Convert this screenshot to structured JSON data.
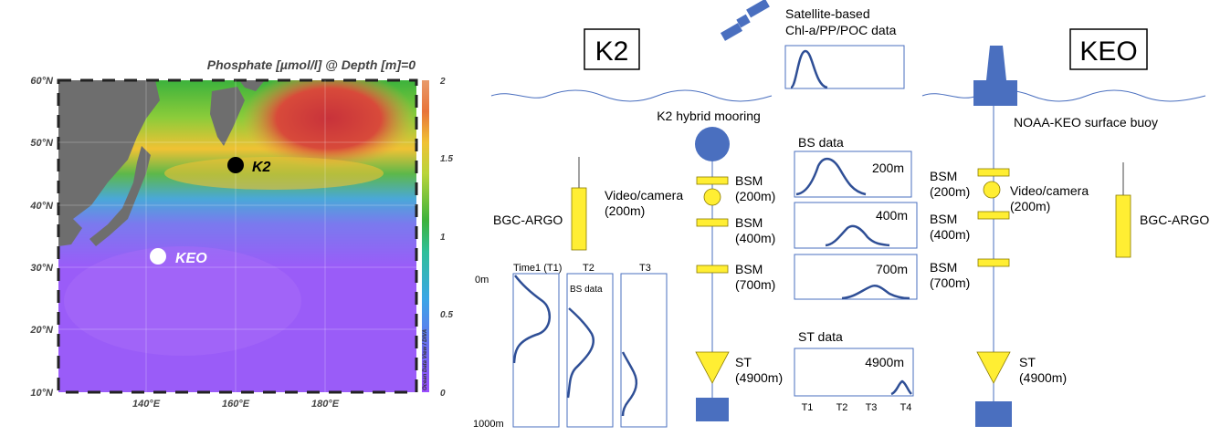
{
  "map": {
    "title": "Phosphate [µmol/l] @ Depth [m]=0",
    "lat_labels": [
      "60°N",
      "50°N",
      "40°N",
      "30°N",
      "20°N",
      "10°N"
    ],
    "lon_labels": [
      "140°E",
      "160°E",
      "180°E"
    ],
    "colorbar_labels": [
      "2",
      "1.5",
      "1",
      "0.5",
      "0"
    ],
    "credit": "Ocean Data View / DIVA",
    "stations": {
      "k2": "K2",
      "keo": "KEO"
    }
  },
  "diagram": {
    "k2_title": "K2",
    "keo_title": "KEO",
    "satellite_label_1": "Satellite-based",
    "satellite_label_2": "Chl-a/PP/POC data",
    "k2_mooring": "K2 hybrid mooring",
    "keo_buoy": "NOAA-KEO surface buoy",
    "bgc_argo": "BGC-ARGO",
    "video_camera": "Video/camera",
    "depth_200": "(200m)",
    "depth_400": "(400m)",
    "depth_700": "(700m)",
    "depth_4900": "(4900m)",
    "bsm": "BSM",
    "st": "ST",
    "bs_data": "BS data",
    "st_data": "ST data",
    "panel_200": "200m",
    "panel_400": "400m",
    "panel_700": "700m",
    "panel_4900": "4900m",
    "t_labels": [
      "T1",
      "T2",
      "T3",
      "T4"
    ],
    "profile_top": "0m",
    "profile_bottom": "1000m",
    "profile_time1": "Time1 (T1)",
    "profile_t2": "T2",
    "profile_t3": "T3",
    "profile_bs": "BS data"
  },
  "colors": {
    "instrument_blue": "#4a6fbf",
    "instrument_yellow": "#ffee33",
    "curve_blue": "#2f4f96",
    "land_gray": "#6e6e6e"
  }
}
